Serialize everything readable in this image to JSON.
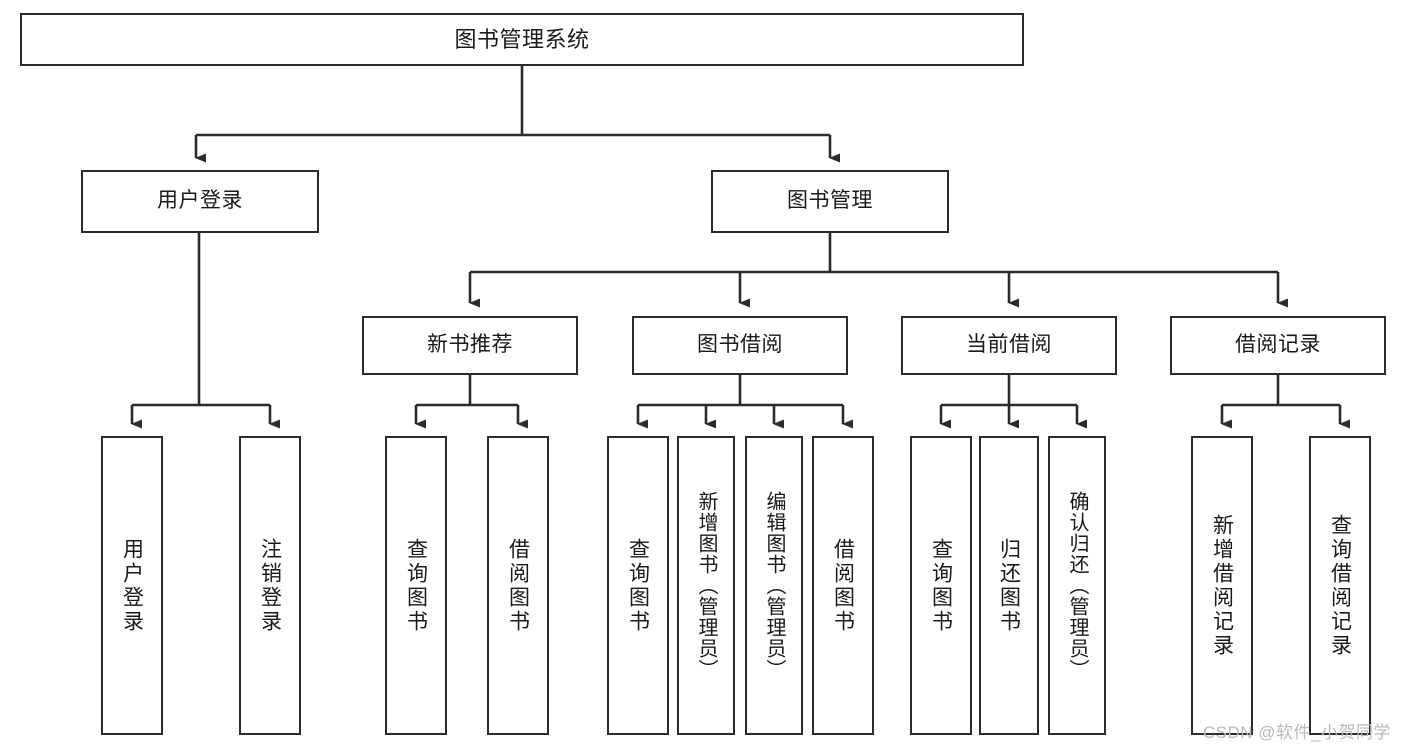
{
  "diagram": {
    "title": "图书管理系统",
    "type": "tree-hierarchy-diagram",
    "colors": {
      "box_border": "#2b2b2b",
      "box_fill": "#ffffff",
      "connector": "#2b2b2b",
      "text": "#1a1a1a",
      "watermark": "#b9b9b9",
      "background": "#ffffff"
    },
    "levels": [
      {
        "level": 1,
        "nodes": [
          {
            "id": "root",
            "label": "图书管理系统",
            "orientation": "horizontal"
          }
        ]
      },
      {
        "level": 2,
        "nodes": [
          {
            "id": "login",
            "label": "用户登录",
            "orientation": "horizontal",
            "parent": "root"
          },
          {
            "id": "bookmgmt",
            "label": "图书管理",
            "orientation": "horizontal",
            "parent": "root"
          }
        ]
      },
      {
        "level": 3,
        "nodes": [
          {
            "id": "newbook",
            "label": "新书推荐",
            "orientation": "horizontal",
            "parent": "bookmgmt"
          },
          {
            "id": "borrow",
            "label": "图书借阅",
            "orientation": "horizontal",
            "parent": "bookmgmt"
          },
          {
            "id": "current",
            "label": "当前借阅",
            "orientation": "horizontal",
            "parent": "bookmgmt"
          },
          {
            "id": "records",
            "label": "借阅记录",
            "orientation": "horizontal",
            "parent": "bookmgmt"
          }
        ]
      },
      {
        "level": 4,
        "nodes": [
          {
            "id": "leaf-user-login",
            "label": "用户登录",
            "orientation": "vertical",
            "parent": "login"
          },
          {
            "id": "leaf-user-logout",
            "label": "注销登录",
            "orientation": "vertical",
            "parent": "login"
          },
          {
            "id": "leaf-newbook-query",
            "label": "查询图书",
            "orientation": "vertical",
            "parent": "newbook"
          },
          {
            "id": "leaf-newbook-borrow",
            "label": "借阅图书",
            "orientation": "vertical",
            "parent": "newbook"
          },
          {
            "id": "leaf-borrow-query",
            "label": "查询图书",
            "orientation": "vertical",
            "parent": "borrow"
          },
          {
            "id": "leaf-borrow-add",
            "label": "新增图书（管理员）",
            "orientation": "vertical",
            "parent": "borrow"
          },
          {
            "id": "leaf-borrow-edit",
            "label": "编辑图书（管理员）",
            "orientation": "vertical",
            "parent": "borrow"
          },
          {
            "id": "leaf-borrow-lend",
            "label": "借阅图书",
            "orientation": "vertical",
            "parent": "borrow"
          },
          {
            "id": "leaf-current-query",
            "label": "查询图书",
            "orientation": "vertical",
            "parent": "current"
          },
          {
            "id": "leaf-current-return",
            "label": "归还图书",
            "orientation": "vertical",
            "parent": "current"
          },
          {
            "id": "leaf-current-confirm",
            "label": "确认归还（管理员）",
            "orientation": "vertical",
            "parent": "current"
          },
          {
            "id": "leaf-records-add",
            "label": "新增借阅记录",
            "orientation": "vertical",
            "parent": "records"
          },
          {
            "id": "leaf-records-query",
            "label": "查询借阅记录",
            "orientation": "vertical",
            "parent": "records"
          }
        ]
      }
    ],
    "watermark": "CSDN @软件_小贺同学"
  }
}
